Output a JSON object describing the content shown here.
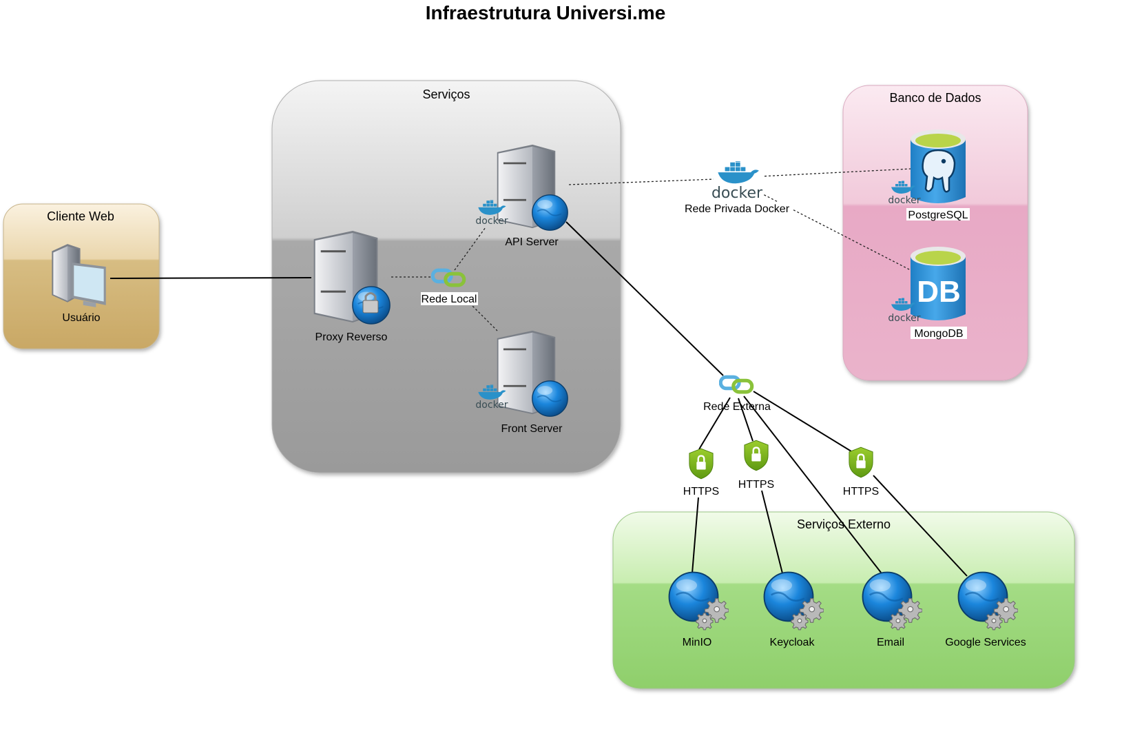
{
  "title": "Infraestrutura Universi.me",
  "groups": {
    "cliente_web": "Cliente Web",
    "servicos": "Serviços",
    "banco_de_dados": "Banco de Dados",
    "servicos_externo": "Serviços Externo"
  },
  "nodes": {
    "usuario": "Usuário",
    "proxy": "Proxy Reverso",
    "api": "API Server",
    "front": "Front Server",
    "rede_local": "Rede Local",
    "rede_privada": "Rede Privada Docker",
    "rede_externa": "Rede Externa",
    "postgres": "PostgreSQL",
    "mongo": "MongoDB",
    "minio": "MinIO",
    "keycloak": "Keycloak",
    "email": "Email",
    "google": "Google Services"
  },
  "https_label": "HTTPS",
  "docker_logo_text": "docker",
  "db_logo_text": "DB",
  "colors": {
    "cliente_web_bg": "#d9bf86",
    "servicos_bg": "#a7a7a7",
    "banco_bg": "#eeb8d0",
    "externo_bg": "#a6dd88",
    "docker_blue": "#2a91c9",
    "globe_blue": "#1475c8",
    "shield_green": "#7ab51d",
    "db_blue": "#2d8fd5",
    "db_top": "#b9d44a"
  }
}
